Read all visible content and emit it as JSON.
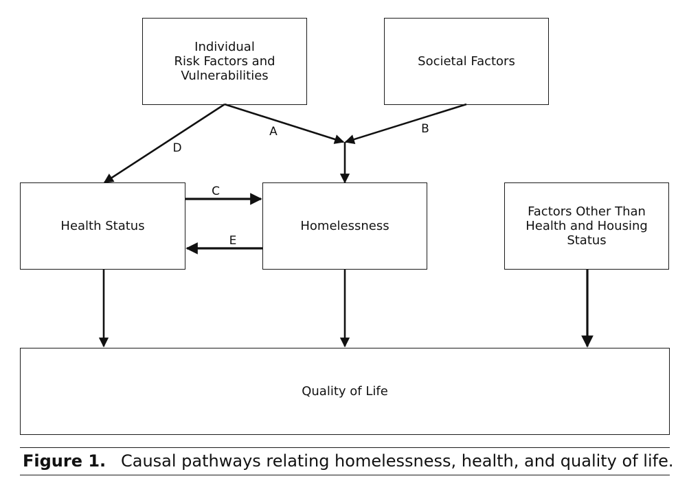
{
  "nodes": {
    "individual": {
      "lines": [
        "Individual",
        "Risk Factors and",
        "Vulnerabilities"
      ]
    },
    "societal": {
      "lines": [
        "Societal Factors"
      ]
    },
    "health": {
      "lines": [
        "Health Status"
      ]
    },
    "homeless": {
      "lines": [
        "Homelessness"
      ]
    },
    "other": {
      "lines": [
        "Factors Other Than",
        "Health and Housing",
        "Status"
      ]
    },
    "qol": {
      "lines": [
        "Quality of Life"
      ]
    }
  },
  "edges": {
    "A": "A",
    "B": "B",
    "C": "C",
    "D": "D",
    "E": "E"
  },
  "caption": {
    "label": "Figure 1.",
    "text": "Causal pathways relating homelessness, health, and quality of life."
  }
}
